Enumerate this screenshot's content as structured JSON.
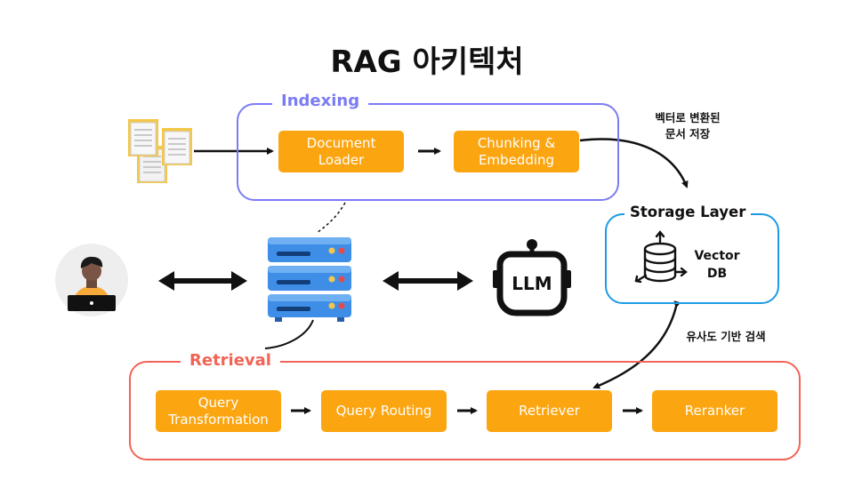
{
  "title": "RAG 아키텍처",
  "indexing": {
    "label": "Indexing",
    "steps": [
      "Document\nLoader",
      "Chunking &\nEmbedding"
    ]
  },
  "storage": {
    "label": "Storage Layer",
    "db_label": "Vector\nDB"
  },
  "notes": {
    "store": "벡터로 변환된\n문서 저장",
    "search": "유사도 기반 검색"
  },
  "llm_label": "LLM",
  "retrieval": {
    "label": "Retrieval",
    "steps": [
      "Query\nTransformation",
      "Query Routing",
      "Retriever",
      "Reranker"
    ]
  },
  "colors": {
    "indexing": "#7B7CF2",
    "storage": "#1B9BE5",
    "retrieval": "#F26455",
    "step": "#FBA510"
  },
  "icons": [
    "document-stack-icon",
    "user-laptop-icon",
    "server-icon",
    "llm-robot-icon",
    "database-icon"
  ]
}
